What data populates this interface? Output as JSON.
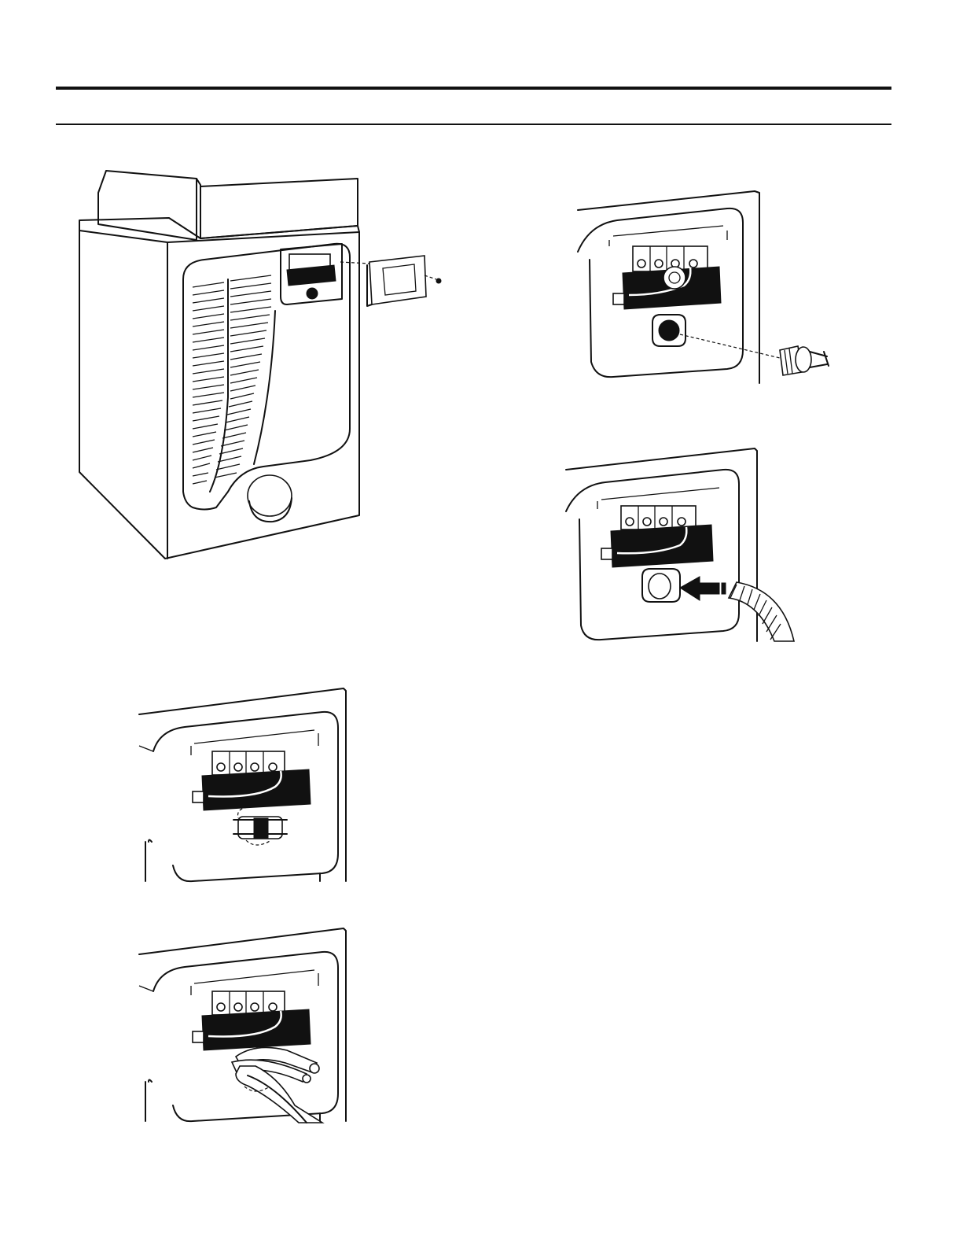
{
  "page": {
    "title": "",
    "colors": {
      "ink": "#111111",
      "paper": "#ffffff"
    }
  },
  "figures": [
    {
      "id": "dryer-rear-view",
      "caption": ""
    },
    {
      "id": "strain-relief-plug",
      "caption": ""
    },
    {
      "id": "conduit-connection",
      "caption": ""
    },
    {
      "id": "strain-relief-clamp",
      "caption": ""
    },
    {
      "id": "power-cord-connection",
      "caption": ""
    }
  ]
}
